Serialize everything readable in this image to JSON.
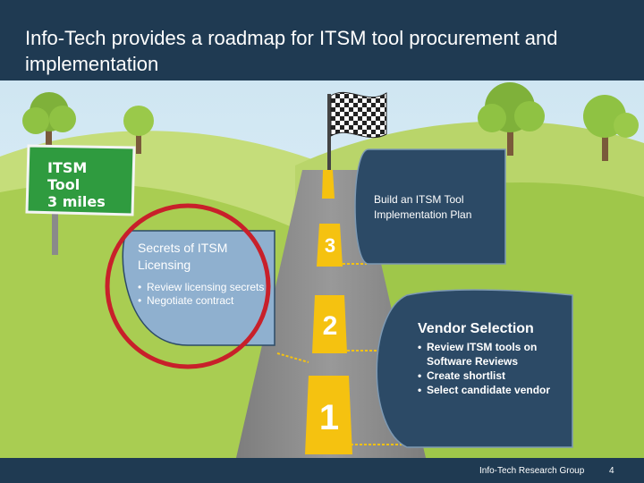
{
  "slide": {
    "title": "Info-Tech provides a roadmap for ITSM tool procurement and implementation"
  },
  "sign": {
    "lines": [
      "ITSM",
      "Tool",
      "3 miles"
    ]
  },
  "milestones": [
    {
      "number": "1"
    },
    {
      "number": "2"
    },
    {
      "number": "3"
    }
  ],
  "steps": {
    "implementation_plan": {
      "title": "Build an ITSM Tool Implementation Plan"
    },
    "licensing": {
      "title": "Secrets of ITSM Licensing",
      "bullets": [
        "Review licensing secrets",
        "Negotiate contract"
      ]
    },
    "vendor_selection": {
      "title": "Vendor Selection",
      "bullets": [
        "Review ITSM tools on Software Reviews",
        "Create shortlist",
        "Select candidate vendor"
      ]
    }
  },
  "footer": {
    "brand": "Info-Tech Research Group",
    "page_number": "4"
  },
  "colors": {
    "navy": "#1f3a52",
    "pill": "#2c4a66",
    "pill_light": "#8fb0cf",
    "road": "#8c8c8c",
    "marker_yellow": "#f5c210",
    "highlight_ring": "#c8202a",
    "sky": "#d8eaf4",
    "grass": "#a9cd52"
  }
}
